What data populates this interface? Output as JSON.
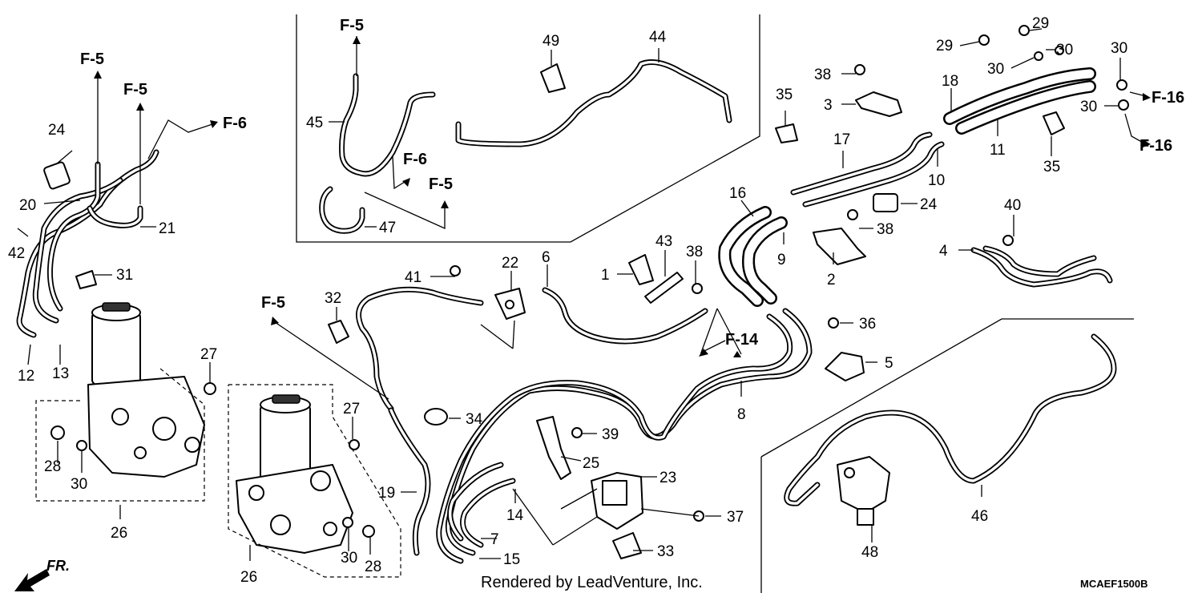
{
  "callouts": [
    {
      "id": "c1",
      "text": "1"
    },
    {
      "id": "c2",
      "text": "2"
    },
    {
      "id": "c3",
      "text": "3"
    },
    {
      "id": "c4",
      "text": "4"
    },
    {
      "id": "c5",
      "text": "5"
    },
    {
      "id": "c6",
      "text": "6"
    },
    {
      "id": "c7",
      "text": "7"
    },
    {
      "id": "c8",
      "text": "8"
    },
    {
      "id": "c9",
      "text": "9"
    },
    {
      "id": "c10",
      "text": "10"
    },
    {
      "id": "c11",
      "text": "11"
    },
    {
      "id": "c12",
      "text": "12"
    },
    {
      "id": "c13",
      "text": "13"
    },
    {
      "id": "c14",
      "text": "14"
    },
    {
      "id": "c15",
      "text": "15"
    },
    {
      "id": "c16",
      "text": "16"
    },
    {
      "id": "c17",
      "text": "17"
    },
    {
      "id": "c18",
      "text": "18"
    },
    {
      "id": "c19",
      "text": "19"
    },
    {
      "id": "c20",
      "text": "20"
    },
    {
      "id": "c21",
      "text": "21"
    },
    {
      "id": "c22",
      "text": "22"
    },
    {
      "id": "c23",
      "text": "23"
    },
    {
      "id": "c24a",
      "text": "24"
    },
    {
      "id": "c24b",
      "text": "24"
    },
    {
      "id": "c25",
      "text": "25"
    },
    {
      "id": "c26a",
      "text": "26"
    },
    {
      "id": "c26b",
      "text": "26"
    },
    {
      "id": "c27a",
      "text": "27"
    },
    {
      "id": "c27b",
      "text": "27"
    },
    {
      "id": "c28a",
      "text": "28"
    },
    {
      "id": "c28b",
      "text": "28"
    },
    {
      "id": "c29a",
      "text": "29"
    },
    {
      "id": "c29b",
      "text": "29"
    },
    {
      "id": "c30a",
      "text": "30"
    },
    {
      "id": "c30b",
      "text": "30"
    },
    {
      "id": "c30c",
      "text": "30"
    },
    {
      "id": "c30d",
      "text": "30"
    },
    {
      "id": "c30e",
      "text": "30"
    },
    {
      "id": "c30f",
      "text": "30"
    },
    {
      "id": "c31",
      "text": "31"
    },
    {
      "id": "c32",
      "text": "32"
    },
    {
      "id": "c33",
      "text": "33"
    },
    {
      "id": "c34",
      "text": "34"
    },
    {
      "id": "c35a",
      "text": "35"
    },
    {
      "id": "c35b",
      "text": "35"
    },
    {
      "id": "c36",
      "text": "36"
    },
    {
      "id": "c37",
      "text": "37"
    },
    {
      "id": "c38a",
      "text": "38"
    },
    {
      "id": "c38b",
      "text": "38"
    },
    {
      "id": "c38c",
      "text": "38"
    },
    {
      "id": "c39",
      "text": "39"
    },
    {
      "id": "c40",
      "text": "40"
    },
    {
      "id": "c41",
      "text": "41"
    },
    {
      "id": "c42",
      "text": "42"
    },
    {
      "id": "c43",
      "text": "43"
    },
    {
      "id": "c44",
      "text": "44"
    },
    {
      "id": "c45",
      "text": "45"
    },
    {
      "id": "c46",
      "text": "46"
    },
    {
      "id": "c47",
      "text": "47"
    },
    {
      "id": "c48",
      "text": "48"
    },
    {
      "id": "c49",
      "text": "49"
    }
  ],
  "refs": [
    {
      "id": "r1",
      "text": "F-5"
    },
    {
      "id": "r2",
      "text": "F-5"
    },
    {
      "id": "r3",
      "text": "F-6"
    },
    {
      "id": "r4",
      "text": "F-5"
    },
    {
      "id": "r5",
      "text": "F-6"
    },
    {
      "id": "r6",
      "text": "F-5"
    },
    {
      "id": "r7",
      "text": "F-5"
    },
    {
      "id": "r8",
      "text": "F-14"
    },
    {
      "id": "r9",
      "text": "F-16"
    },
    {
      "id": "r10",
      "text": "F-16"
    }
  ],
  "footer": {
    "credit": "Rendered by LeadVenture, Inc.",
    "code": "MCAEF1500B",
    "direction": "FR."
  },
  "colors": {
    "ink": "#000000",
    "paper": "#ffffff"
  }
}
